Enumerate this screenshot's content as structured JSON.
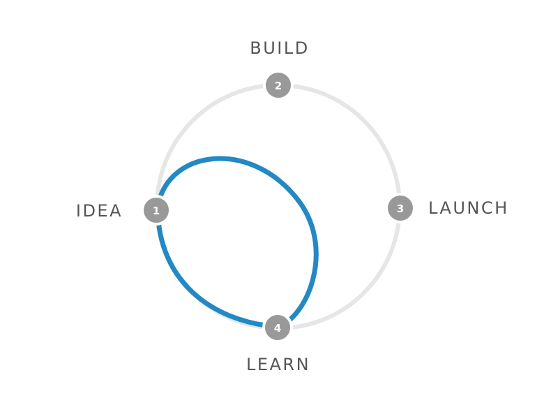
{
  "colors": {
    "track": "#e6e6e6",
    "loop": "#2389c4",
    "node": "#999999",
    "node_ring": "#ffffff",
    "label": "#555555"
  },
  "stages": [
    {
      "number": "1",
      "label": "IDEA"
    },
    {
      "number": "2",
      "label": "BUILD"
    },
    {
      "number": "3",
      "label": "LAUNCH"
    },
    {
      "number": "4",
      "label": "LEARN"
    }
  ]
}
